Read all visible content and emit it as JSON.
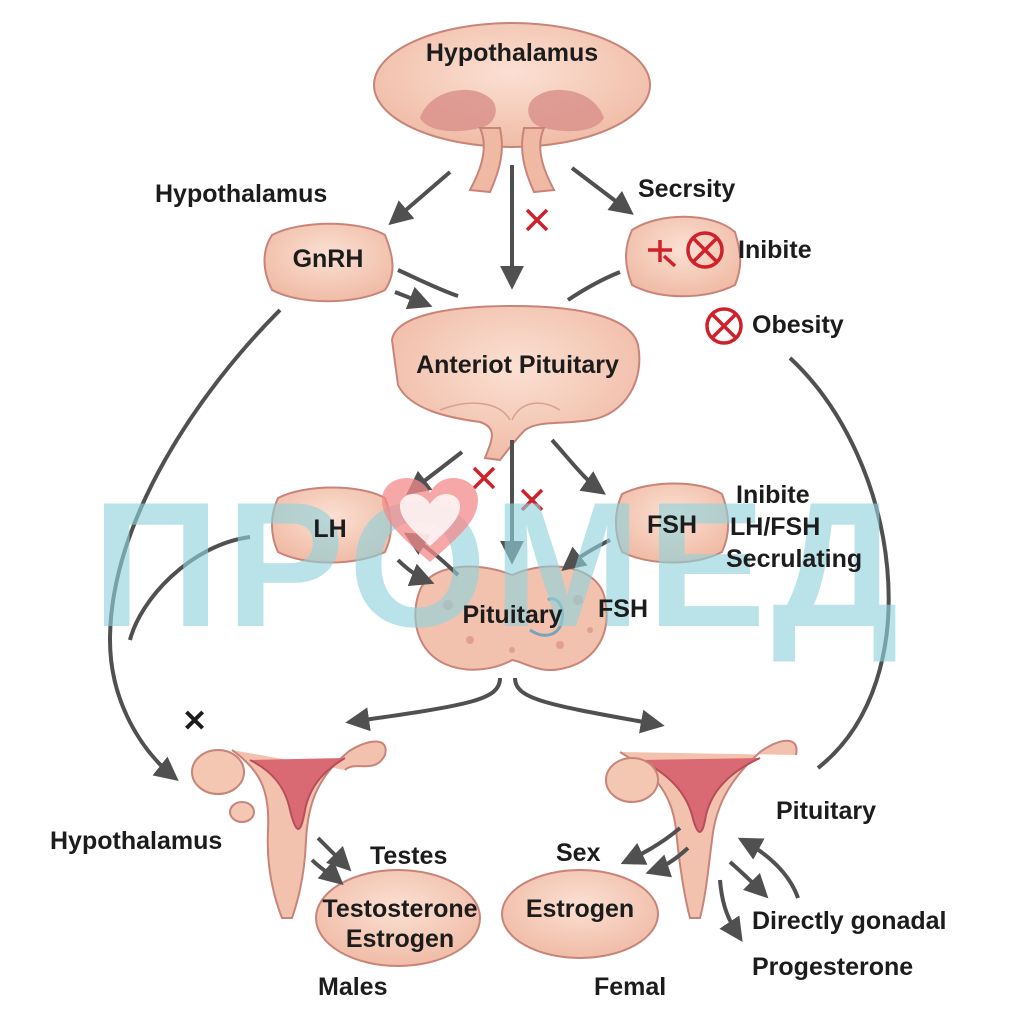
{
  "watermark": {
    "text": "ПРОМЕД",
    "color": "#8fd3dc",
    "heart_color": "#f38a8a"
  },
  "colors": {
    "organ_fill": "#f4c7b3",
    "organ_dark": "#c9847a",
    "uterus_red": "#d96a73",
    "arrow": "#505050",
    "inhibit_red": "#d0202a"
  },
  "nodes": {
    "hypothalamus_top": "Hypothalamus",
    "gnrh": "GnRH",
    "anterior_pituitary": "Anteriot Pituitary",
    "lh": "LH",
    "fsh": "FSH",
    "pituitary": "Pituitary",
    "testosterone": "Testosterone",
    "estrogen_left": "Estrogen",
    "estrogen_right": "Estrogen"
  },
  "labels": {
    "hypothalamus_left": "Hypothalamus",
    "secrsity": "Secrsity",
    "inibite_top": "Inibite",
    "obesity": "Obesity",
    "inibite_mid": "Inibite",
    "lh_fsh": "LH/FSH",
    "secrulating": "Secrulating",
    "fsh_side": "FSH",
    "hypothalamus_bottom": "Hypothalamus",
    "testes": "Testes",
    "males": "Males",
    "sex": "Sex",
    "femal": "Femal",
    "pituitary_right": "Pituitary",
    "directly_gonadal": "Directly gonadal",
    "progesterone": "Progesterone"
  },
  "markers": {
    "black_x": "✕"
  }
}
